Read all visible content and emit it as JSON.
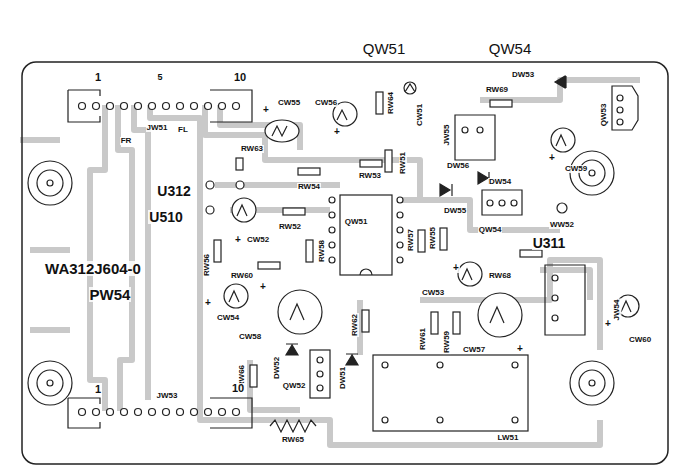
{
  "diagram": {
    "labels": [
      "QW51",
      "QW54",
      "1",
      "5",
      "10",
      "FR",
      "JW51",
      "FL",
      "CW55",
      "+",
      "CW56",
      "+",
      "RW64",
      "CW51",
      "DW53",
      "RW69",
      "QW53",
      "JW55",
      "RW63",
      "RW54",
      "RW53",
      "RW51",
      "CW59",
      "+",
      "DW56",
      "DW54",
      "U312",
      "U510",
      "DW55",
      "QW54",
      "WW52",
      "QW51",
      "RW52",
      "+",
      "CW52",
      "RW56",
      "RW58",
      "RW57",
      "RW55",
      "U311",
      "RW68",
      "JW54",
      "WA312J604-0",
      "PW54",
      "RW60",
      "+",
      "CW54",
      "+",
      "CW58",
      "+",
      "CW53",
      "RW62",
      "RW61",
      "RW59",
      "CW57",
      "+",
      "+",
      "CW60",
      "RW66",
      "DW52",
      "DW51",
      "1",
      "JW53",
      "10",
      "QW52",
      "RW65",
      "LW51"
    ]
  }
}
